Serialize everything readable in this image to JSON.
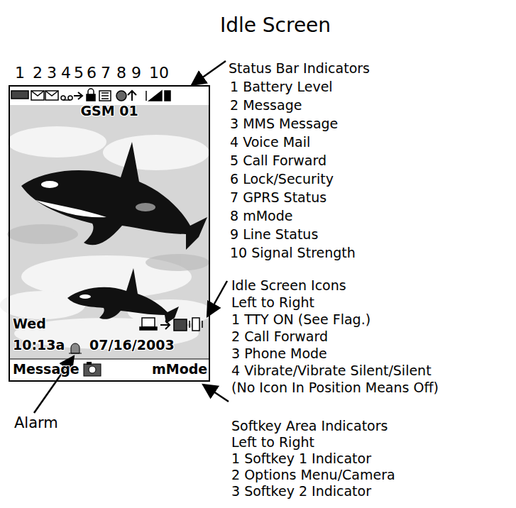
{
  "diagram": {
    "title": "Idle Screen",
    "nodes": [
      {
        "text": [
          "GSM 01",
          "Wed",
          "10:13a",
          "07/16/2003",
          "Message",
          "mMode"
        ]
      }
    ],
    "labels": [
      "1",
      "2",
      "3",
      "4",
      "5",
      "6",
      "7",
      "8",
      "9",
      "10",
      "Status Bar Indicators",
      "1 Battery Level",
      "2 Message",
      "3 MMS Message",
      "4 Voice Mail",
      "5 Call Forward",
      "6 Lock/Security",
      "7 GPRS Status",
      "8 mMode",
      "9 Line Status",
      "10 Signal Strength",
      "Idle Screen Icons",
      "Left to Right",
      "1 TTY ON (See Flag.)",
      "2 Call Forward",
      "3 Phone Mode",
      "4 Vibrate/Vibrate Silent/Silent",
      "(No Icon In Position Means Off)",
      "Softkey Area Indicators",
      "Left to Right",
      "1 Softkey 1 Indicator",
      "2 Options Menu/Camera",
      "3 Softkey 2 Indicator",
      "Alarm"
    ]
  }
}
